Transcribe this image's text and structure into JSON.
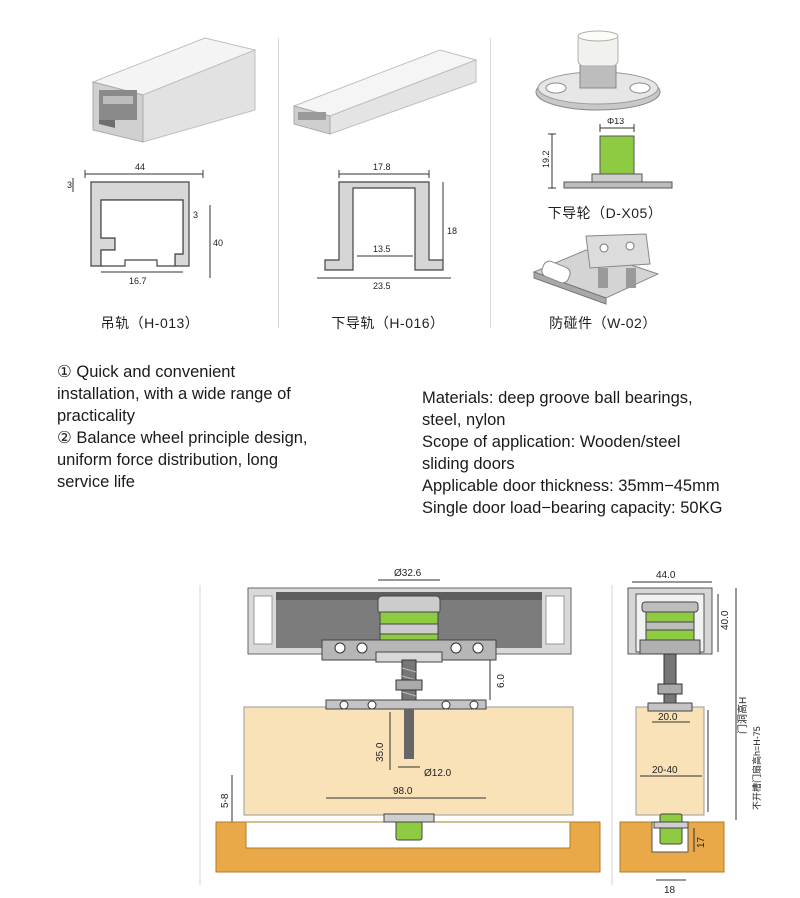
{
  "top_panel": {
    "rail": {
      "caption": "吊轨（H-013）",
      "dims": {
        "width": "44",
        "flange": "3",
        "lip": "3",
        "height": "40",
        "opening": "16.7"
      }
    },
    "lower_rail": {
      "caption": "下导轨（H-016）",
      "dims": {
        "top": "17.8",
        "height": "18",
        "inner": "13.5",
        "bottom": "23.5"
      }
    },
    "guide_wheel": {
      "caption": "下导轮（D-X05）",
      "dims": {
        "diameter": "Φ13",
        "height": "19.2"
      }
    },
    "stopper": {
      "caption": "防碰件（W-02）"
    }
  },
  "features": [
    "① Quick and convenient",
    "installation, with a wide range of",
    "practicality",
    "② Balance wheel principle design,",
    "uniform force distribution, long",
    "service life"
  ],
  "specs": [
    "Materials: deep groove ball bearings,",
    "steel, nylon",
    "Scope of application: Wooden/steel",
    "sliding doors",
    "Applicable door thickness: 35mm−45mm",
    "Single door load−bearing capacity: 50KG"
  ],
  "assembly": {
    "front": {
      "wheel_diameter": "Ø32.6",
      "gap": "6.0",
      "screw_depth": "35.0",
      "hole_diameter": "Ø12.0",
      "plate_width": "98.0",
      "bottom_gap": "5-8"
    },
    "side": {
      "rail_width": "44.0",
      "rail_height": "40.0",
      "plate_width": "20.0",
      "door_thickness": "20-40",
      "label_h": "门洞高H",
      "label_h75": "不开槽门扇高h=H-75",
      "guide_height": "17",
      "guide_width": "18"
    }
  },
  "colors": {
    "door": "#f9e2b8",
    "floor": "#e9a949",
    "nylon_green": "#8ecb42",
    "rail_dark": "#7c7c7c"
  }
}
